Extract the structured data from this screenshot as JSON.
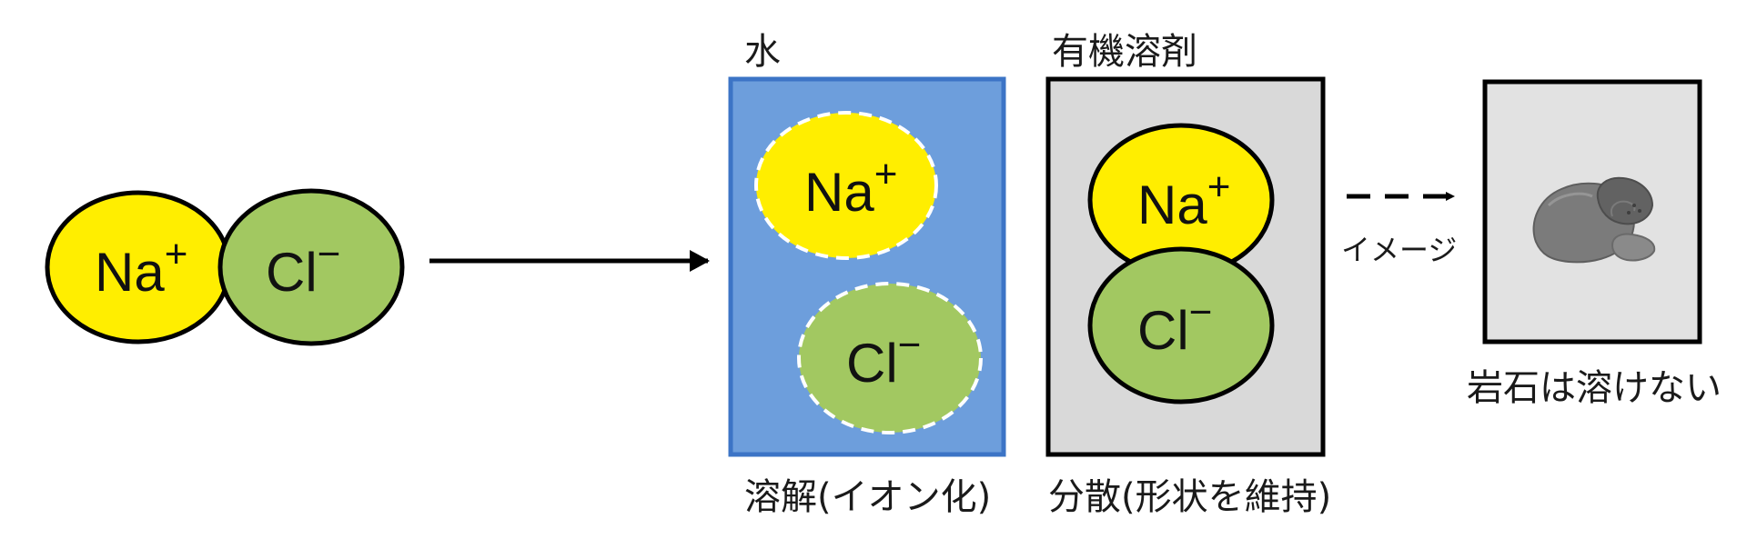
{
  "colors": {
    "sodium": "#ffee00",
    "chloride": "#a2c861",
    "water": "#6d9edc",
    "water_border": "#3c74c6",
    "organic": "#d9d9d9",
    "outline": "#000000",
    "rock": "#e2e2e2"
  },
  "ions": {
    "sodium": {
      "symbol": "Na",
      "charge": "+"
    },
    "chloride": {
      "symbol": "Cl",
      "charge": "−"
    }
  },
  "water": {
    "title": "水",
    "caption": "溶解(イオン化)"
  },
  "organic": {
    "title": "有機溶剤",
    "caption": "分散(形状を維持)"
  },
  "analogy": {
    "arrow_label": "イメージ",
    "caption": "岩石は溶けない",
    "icon": "rocks-icon"
  }
}
